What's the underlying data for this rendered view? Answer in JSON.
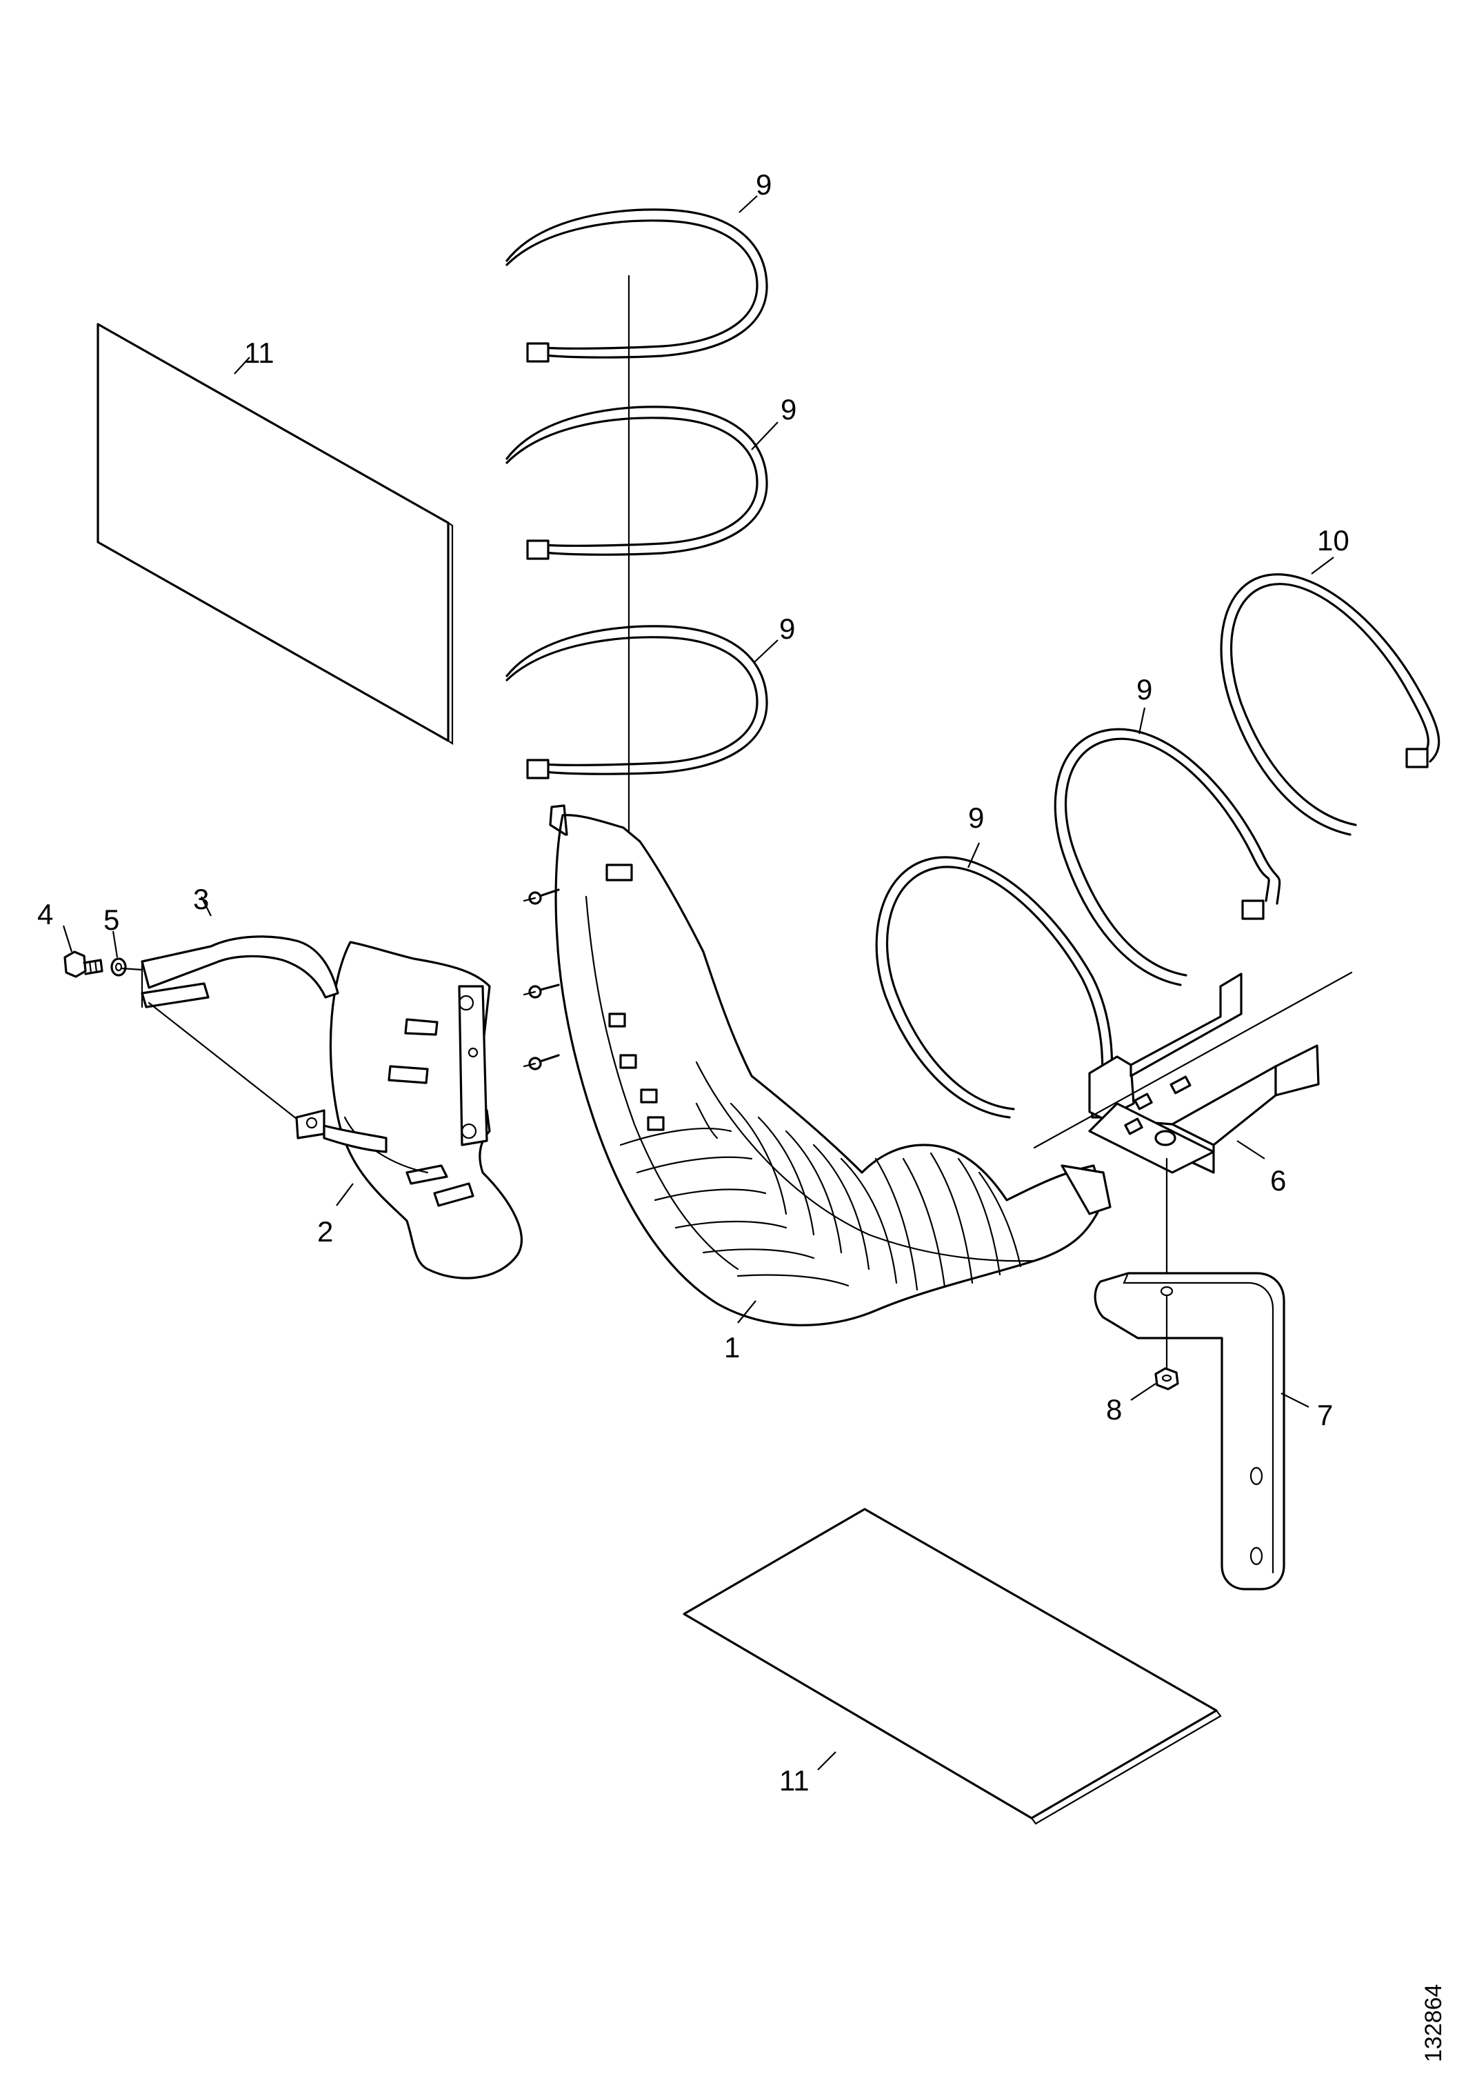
{
  "callouts": {
    "c1": "1",
    "c2": "2",
    "c3": "3",
    "c4": "4",
    "c5": "5",
    "c6": "6",
    "c7": "7",
    "c8": "8",
    "c9a": "9",
    "c9b": "9",
    "c9c": "9",
    "c9d": "9",
    "c9e": "9",
    "c10": "10",
    "c11a": "11",
    "c11b": "11"
  },
  "document_number": "132864"
}
